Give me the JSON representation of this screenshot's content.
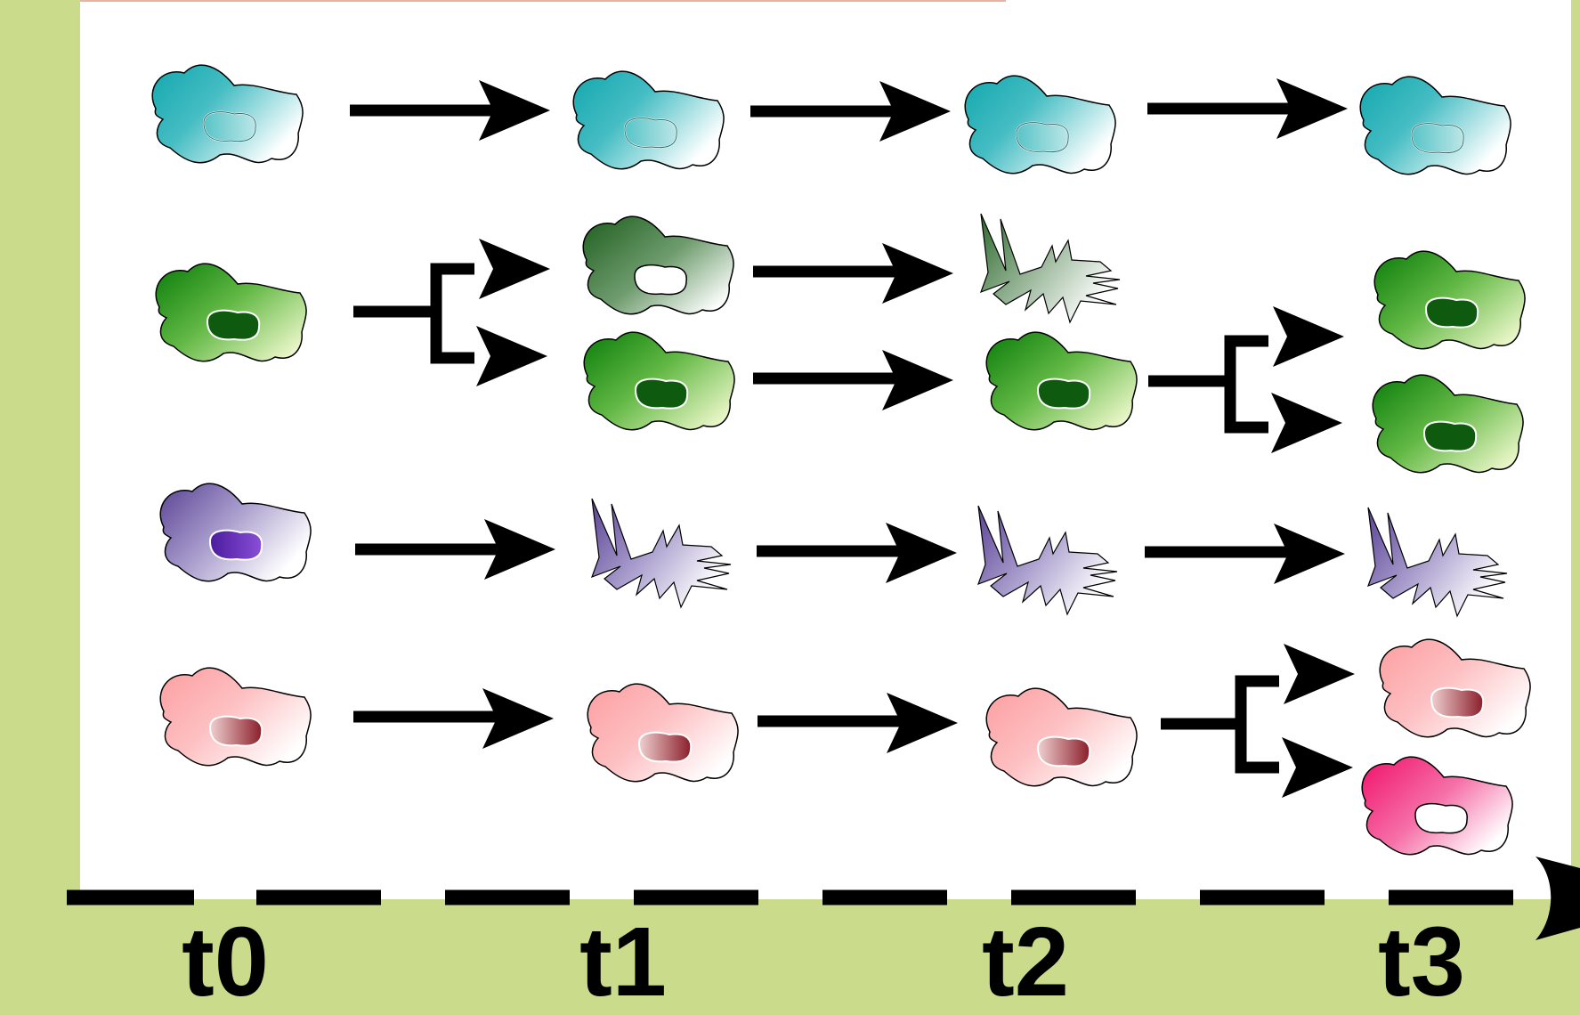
{
  "time_points": [
    "t0",
    "t1",
    "t2",
    "t3"
  ],
  "colors": {
    "frame_green": "#cadc8c",
    "panel": "#ffffff",
    "accent_line": "#e8b4a0",
    "arrow": "#000000",
    "cyan_dark": "#13a7ae",
    "green_dark": "#0a7c0a",
    "green_dead": "#2f6a2f",
    "purple_dark": "#5a4294",
    "pink_light": "#fd9ea0",
    "magenta": "#f0106a"
  },
  "lineages": [
    {
      "name": "cyan",
      "cells": [
        {
          "time": "t0",
          "state": "alive"
        },
        {
          "time": "t1",
          "state": "alive"
        },
        {
          "time": "t2",
          "state": "alive"
        },
        {
          "time": "t3",
          "state": "alive"
        }
      ]
    },
    {
      "name": "green",
      "cells": [
        {
          "time": "t0",
          "state": "alive"
        },
        {
          "time": "t1",
          "state": "alive-dark",
          "note": "divided"
        },
        {
          "time": "t1",
          "state": "alive"
        },
        {
          "time": "t2",
          "state": "dead"
        },
        {
          "time": "t2",
          "state": "alive"
        },
        {
          "time": "t3",
          "state": "alive"
        },
        {
          "time": "t3",
          "state": "alive"
        }
      ]
    },
    {
      "name": "purple",
      "cells": [
        {
          "time": "t0",
          "state": "alive"
        },
        {
          "time": "t1",
          "state": "dead"
        },
        {
          "time": "t2",
          "state": "dead"
        },
        {
          "time": "t3",
          "state": "dead"
        }
      ]
    },
    {
      "name": "pink",
      "cells": [
        {
          "time": "t0",
          "state": "alive"
        },
        {
          "time": "t1",
          "state": "alive"
        },
        {
          "time": "t2",
          "state": "alive"
        },
        {
          "time": "t3",
          "state": "alive"
        },
        {
          "time": "t3",
          "state": "alive-magenta"
        }
      ]
    }
  ]
}
